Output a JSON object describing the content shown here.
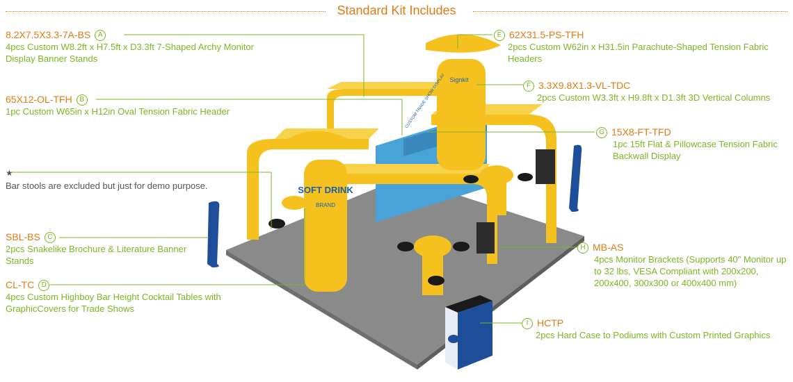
{
  "header": {
    "title": "Standard Kit Includes"
  },
  "items": [
    {
      "letter": "A",
      "code": "8.2X7.5X3.3-7A-BS",
      "desc": "4pcs Custom W8.2ft x H7.5ft x D3.3ft 7-Shaped Archy Monitor Display Banner Stands"
    },
    {
      "letter": "B",
      "code": "65X12-OL-TFH",
      "desc": "1pc Custom W65in x H12in Oval Tension Fabric Header"
    },
    {
      "letter": "C",
      "code": "SBL-BS",
      "desc": "2pcs Snakelike Brochure & Literature Banner Stands"
    },
    {
      "letter": "D",
      "code": "CL-TC",
      "desc": "4pcs Custom Highboy Bar Height Cocktail Tables with GraphicCovers for Trade Shows"
    },
    {
      "letter": "E",
      "code": "62X31.5-PS-TFH",
      "desc": "2pcs Custom W62in x H31.5in Parachute-Shaped Tension Fabric Headers"
    },
    {
      "letter": "F",
      "code": "3.3X9.8X1.3-VL-TDC",
      "desc": "2pcs Custom W3.3ft x H9.8ft x D1.3ft 3D Vertical Columns"
    },
    {
      "letter": "G",
      "code": "15X8-FT-TFD",
      "desc": "1pc 15ft Flat & Pillowcase Tension Fabric Backwall Display"
    },
    {
      "letter": "H",
      "code": "MB-AS",
      "desc": "4pcs Monitor Brackets (Supports 40\" Monitor up to 32 lbs, VESA Compliant with 200x200, 200x400, 300x300 or 400x400 mm)"
    },
    {
      "letter": "I",
      "code": "HCTP",
      "desc": "2pcs Hard Case to Podiums with Custom Printed Graphics"
    }
  ],
  "note": "Bar stools are excluded but just for demo purpose.",
  "booth": {
    "graphic_headline": "SOFT DRINK",
    "graphic_tag": "BRAND",
    "header_text": "CUSTOM TRADE SHOW DISPLAY",
    "sign_logo": "Signkit"
  },
  "colors": {
    "orange": "#e07b12",
    "green": "#7cb623",
    "booth_yellow": "#f5c11e",
    "floor": "#8a8a8a"
  }
}
